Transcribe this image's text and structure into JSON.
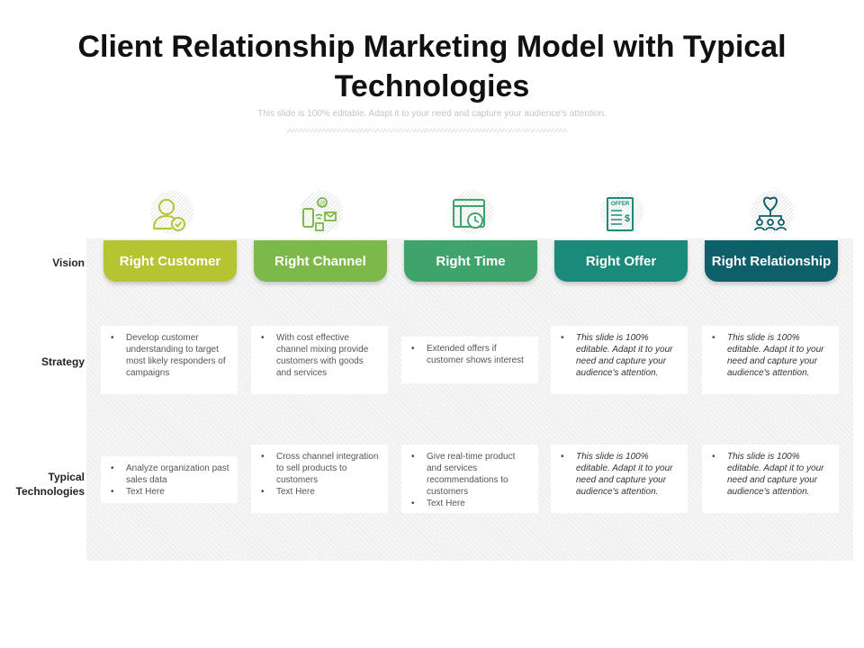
{
  "title": "Client Relationship Marketing Model with Typical Technologies",
  "subtitle": "This slide is 100% editable. Adapt it to your need and capture your audience's attention.",
  "rows": {
    "vision": "Vision",
    "strategy": "Strategy",
    "technologies_line1": "Typical",
    "technologies_line2": "Technologies"
  },
  "columns": [
    {
      "header": "Right Customer",
      "color": "#b5c431",
      "icon": "user-check-icon",
      "strategy": [
        "Develop customer understanding to target most likely responders of campaigns"
      ],
      "technologies": [
        "Analyze organization past sales data",
        "Text Here"
      ]
    },
    {
      "header": "Right Channel",
      "color": "#7cb84a",
      "icon": "multi-channel-icon",
      "strategy": [
        "With cost effective channel mixing provide customers with goods and services"
      ],
      "technologies": [
        "Cross channel integration to sell products to customers",
        "Text Here"
      ]
    },
    {
      "header": "Right Time",
      "color": "#3fa46b",
      "icon": "browser-clock-icon",
      "strategy": [
        "Extended offers if customer shows interest"
      ],
      "technologies": [
        "Give real-time product and services recommendations to customers",
        "Text Here"
      ]
    },
    {
      "header": "Right Offer",
      "color": "#1a8a7b",
      "icon": "offer-document-icon",
      "icon_text": "OFFER",
      "icon_symbol": "$",
      "strategy": [
        "This slide is 100% editable. Adapt it to your need and capture your audience's attention."
      ],
      "technologies": [
        "This slide is 100% editable. Adapt it to your need and capture your audience's attention."
      ]
    },
    {
      "header": "Right Relationship",
      "color": "#0f5f6b",
      "icon": "handshake-network-icon",
      "strategy": [
        "This slide is 100% editable. Adapt it to your need and capture your audience's attention."
      ],
      "technologies": [
        "This slide is 100% editable. Adapt it to your need and capture your audience's attention."
      ]
    }
  ]
}
